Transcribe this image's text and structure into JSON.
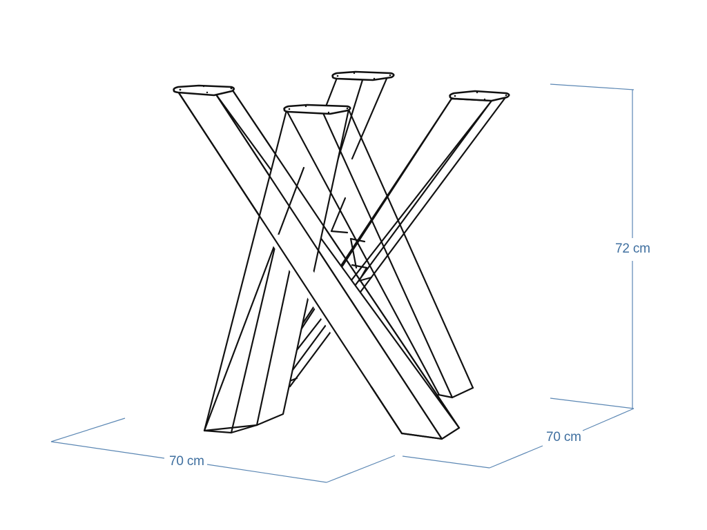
{
  "diagram": {
    "subject": "X-shaped metal table base",
    "line_color": "#111111",
    "dimension_color": "#3f6f9f",
    "dimension_line_color": "#5a86b3",
    "background": "#ffffff"
  },
  "dimensions": {
    "height": {
      "label": "72 cm",
      "value": 72,
      "unit": "cm"
    },
    "width": {
      "label": "70 cm",
      "value": 70,
      "unit": "cm"
    },
    "depth": {
      "label": "70 cm",
      "value": 70,
      "unit": "cm"
    }
  },
  "legs": [
    {
      "id": "front-left",
      "plate": "top-left"
    },
    {
      "id": "back-left",
      "plate": "top-center-back"
    },
    {
      "id": "back-right",
      "plate": "top-right"
    },
    {
      "id": "front-right",
      "plate": "top-center-front"
    }
  ]
}
